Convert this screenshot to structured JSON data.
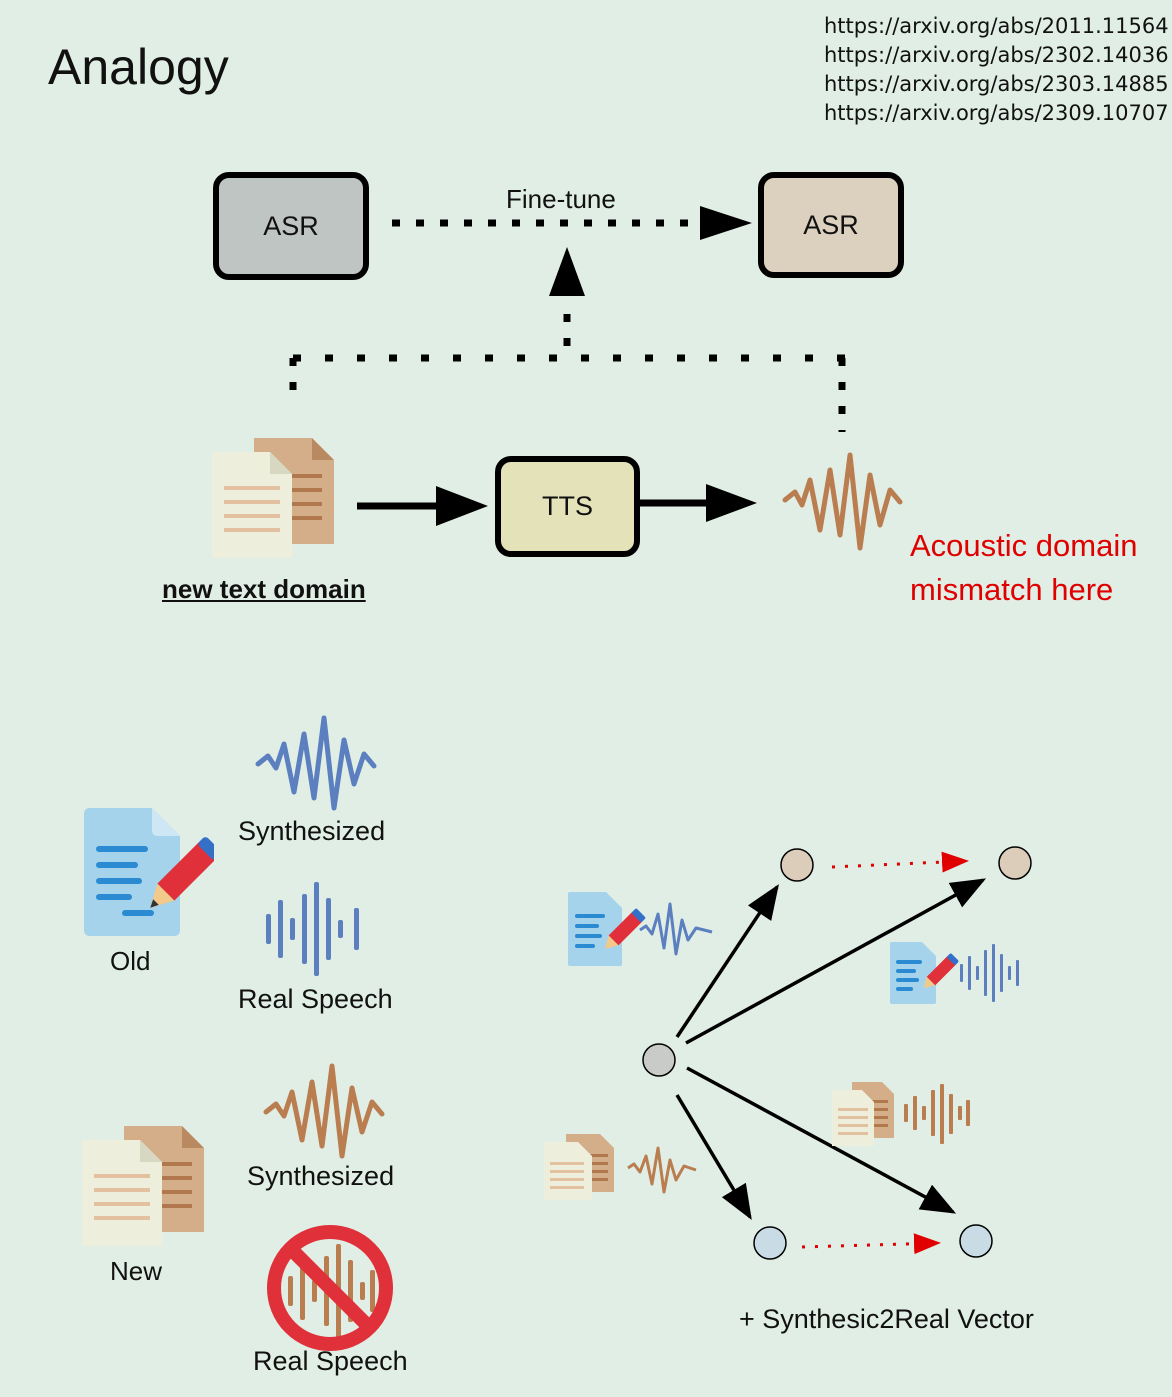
{
  "header": {
    "title": "Analogy",
    "references": [
      "https://arxiv.org/abs/2011.11564",
      "https://arxiv.org/abs/2302.14036",
      "https://arxiv.org/abs/2303.14885",
      "https://arxiv.org/abs/2309.10707"
    ]
  },
  "pipeline": {
    "asr_source": "ASR",
    "asr_target": "ASR",
    "finetune_label": "Fine-tune",
    "tts": "TTS",
    "new_text_domain": "new text domain",
    "mismatch_line1": "Acoustic domain",
    "mismatch_line2": "mismatch here"
  },
  "legend": {
    "old": "Old",
    "new": "New",
    "old_synth": "Synthesized",
    "old_real": "Real Speech",
    "new_synth": "Synthesized",
    "new_real": "Real Speech"
  },
  "vector": {
    "caption": "+ Synthesic2Real Vector"
  },
  "colors": {
    "background": "#e1eee5",
    "mismatch_text": "#e00000",
    "blue_wave": "#5b7fbf",
    "orange_wave": "#b97d50",
    "red_arrow": "#e00000"
  },
  "icons": [
    "document-stack-icon",
    "document-pen-icon",
    "waveform-icon",
    "sound-bars-icon",
    "no-sign-icon"
  ]
}
